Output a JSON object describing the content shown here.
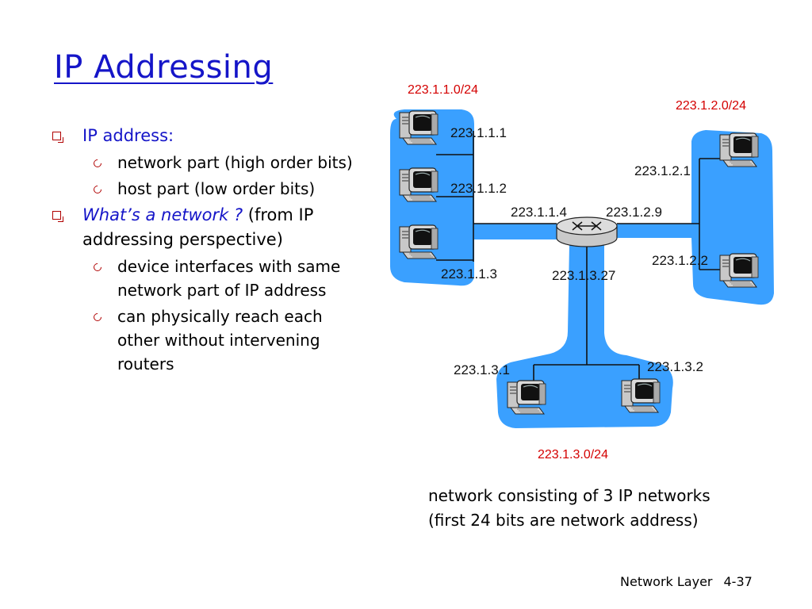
{
  "title": "IP Addressing",
  "bullets": {
    "b1": "IP address:",
    "b1_sub1": "network part (high order bits)",
    "b1_sub2": "host part (low order bits)",
    "b2_italic": "What’s a network ?",
    "b2_rest": " (from IP addressing perspective)",
    "b2_sub1": "device interfaces with same network part of IP address",
    "b2_sub2": "can physically reach each other without intervening routers"
  },
  "diagram": {
    "subnets": [
      "223.1.1.0/24",
      "223.1.2.0/24",
      "223.1.3.0/24"
    ],
    "interfaces": {
      "h111": "223.1.1.1",
      "h112": "223.1.1.2",
      "h113": "223.1.1.3",
      "r114": "223.1.1.4",
      "r129": "223.1.2.9",
      "r1327": "223.1.3.27",
      "h121": "223.1.2.1",
      "h122": "223.1.2.2",
      "h131": "223.1.3.1",
      "h132": "223.1.3.2"
    },
    "subnet_color": "#d40000",
    "cloud_color": "#3aa0ff"
  },
  "caption": {
    "line1": "network consisting of 3 IP networks",
    "line2": "(first 24 bits are network address)"
  },
  "footer": {
    "section": "Network Layer",
    "page": "4-37"
  }
}
